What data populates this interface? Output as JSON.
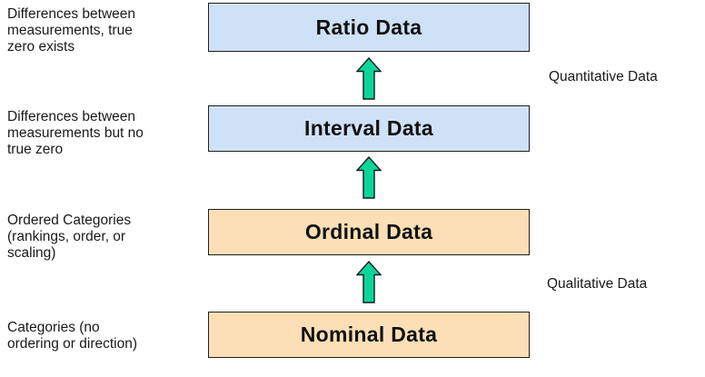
{
  "colors": {
    "quantitative_box_fill": "#cfe1f6",
    "qualitative_box_fill": "#fcdfb6",
    "arrow_fill": "#0bd69a",
    "arrow_stroke": "#1a1a1a",
    "box_border": "#1f1f1f",
    "text": "#000000"
  },
  "rows": [
    {
      "box_label": "Ratio Data",
      "box_fill": "#cfe1f6",
      "left_text": "Differences between\nmeasurements, true\nzero exists"
    },
    {
      "box_label": "Interval Data",
      "box_fill": "#cfe1f6",
      "left_text": "Differences between\nmeasurements but no\ntrue zero"
    },
    {
      "box_label": "Ordinal Data",
      "box_fill": "#fcdfb6",
      "left_text": "Ordered Categories\n(rankings, order, or\nscaling)"
    },
    {
      "box_label": "Nominal Data",
      "box_fill": "#fcdfb6",
      "left_text": "Categories (no\nordering or direction)"
    }
  ],
  "side_labels": [
    {
      "text": "Quantitative Data"
    },
    {
      "text": "Qualitative Data"
    }
  ]
}
